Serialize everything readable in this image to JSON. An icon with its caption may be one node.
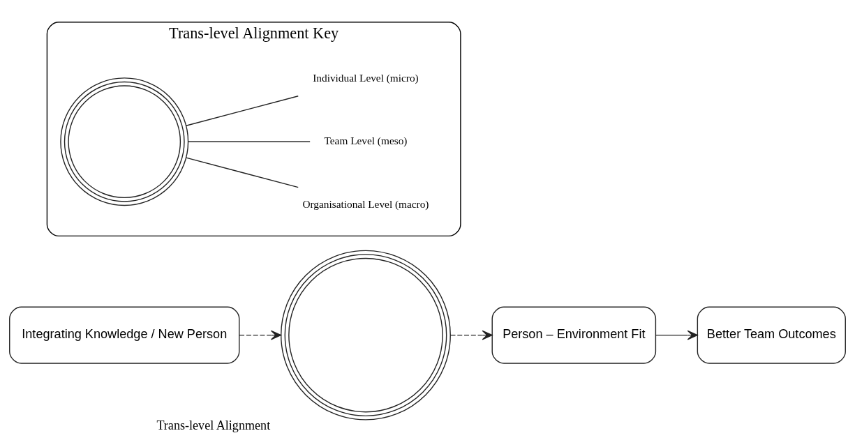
{
  "diagram": {
    "nodes": [
      {
        "text": [
          "Integrating Knowledge / New Person"
        ]
      },
      {
        "text": [
          "Trans-level Alignment"
        ]
      },
      {
        "text": [
          "Person – Environment Fit"
        ]
      },
      {
        "text": [
          "Better Team Outcomes"
        ]
      },
      {
        "text": [
          "Trans-level Alignment Key"
        ]
      },
      {
        "text": [],
        "shape": "circle",
        "in": 4
      },
      {
        "text": [
          "Organisational Level (macro)"
        ],
        "in": 4
      },
      {
        "text": [
          "Team Level (meso)"
        ],
        "in": 4
      },
      {
        "text": [
          "Individual Level (micro)"
        ],
        "in": 4
      }
    ],
    "edges": [
      {
        "from": 0,
        "to": 1,
        "arrow": "to",
        "style": "dashed"
      },
      {
        "from": 1,
        "to": 2,
        "arrow": "to",
        "style": "dashed"
      },
      {
        "from": 2,
        "to": 3,
        "arrow": "to"
      },
      {
        "from": 6,
        "to": 5,
        "arrow": "none"
      },
      {
        "from": 7,
        "to": 5,
        "arrow": "none"
      },
      {
        "from": 8,
        "to": 5,
        "arrow": "none"
      }
    ]
  }
}
